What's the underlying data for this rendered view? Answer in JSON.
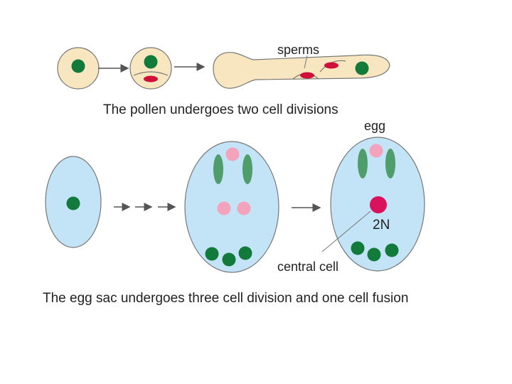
{
  "labels": {
    "sperms": "sperms",
    "pollen_caption": "The pollen undergoes two cell divisions",
    "egg": "egg",
    "ploidy": "2N",
    "central_cell": "central cell",
    "egg_sac_caption": "The egg sac undergoes three cell division and one cell fusion"
  },
  "colors": {
    "pollen_fill": "#f7e6bf",
    "sac_fill": "#c3e4f7",
    "nucleus_green": "#127a3a",
    "synergid_green": "#4e9d6b",
    "sperm_red": "#d0103a",
    "polar_pink": "#f4a3bd",
    "fused_magenta": "#d8135c",
    "outline": "#444444",
    "arrow": "#555555"
  }
}
